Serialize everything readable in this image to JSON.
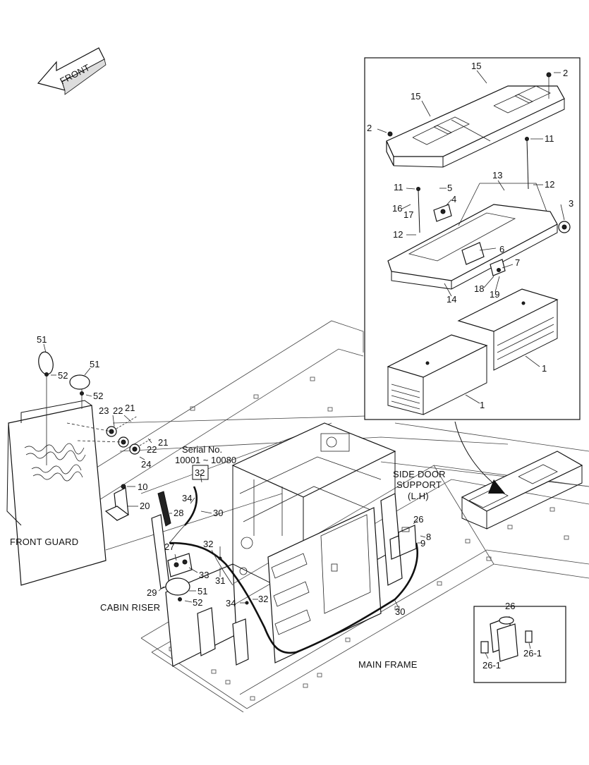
{
  "arrow_label": "FRONT",
  "serial_note": {
    "line1": "Serial No.",
    "line2": "10001 ~ 10080",
    "part": "32"
  },
  "area_labels": {
    "front_guard": "FRONT GUARD",
    "cabin_riser": "CABIN RISER",
    "side_door_1": "SIDE DOOR",
    "side_door_2": "SUPPORT",
    "side_door_3": "(L.H)",
    "main_frame": "MAIN FRAME"
  },
  "detail_box": {
    "labels": [
      "15",
      "2",
      "15",
      "2",
      "11",
      "13",
      "11",
      "5",
      "12",
      "4",
      "3",
      "16",
      "17",
      "12",
      "6",
      "7",
      "18",
      "19",
      "14",
      "1",
      "1"
    ]
  },
  "main_labels": [
    "51",
    "52",
    "51",
    "52",
    "23",
    "22",
    "21",
    "22",
    "21",
    "24",
    "10",
    "20",
    "28",
    "34",
    "30",
    "27",
    "33",
    "29",
    "51",
    "52",
    "32",
    "31",
    "34",
    "32",
    "26",
    "8",
    "9",
    "30"
  ],
  "inset_box": {
    "title": "26",
    "labels": [
      "26-1",
      "26-1"
    ]
  }
}
